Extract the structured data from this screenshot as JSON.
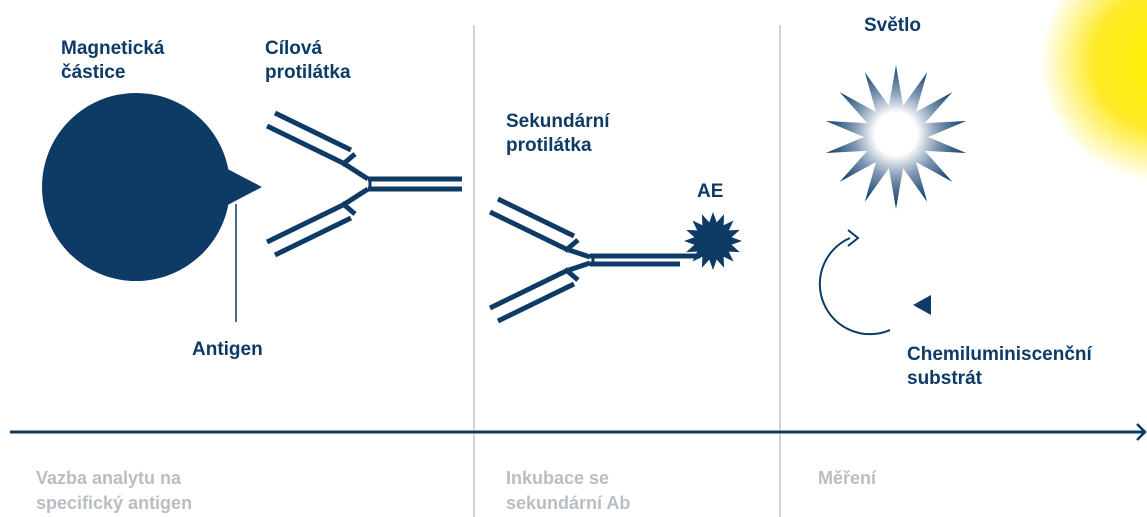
{
  "labels": {
    "magnetic_particle": [
      "Magnetická",
      "částice"
    ],
    "target_antibody": [
      "Cílová",
      "protilátka"
    ],
    "antigen": "Antigen",
    "secondary_antibody": [
      "Sekundární",
      "protilátka"
    ],
    "ae": "AE",
    "light": "Světlo",
    "substrate": [
      "Chemiluminiscenční",
      "substrát"
    ]
  },
  "stages": [
    {
      "lines": [
        "Vazba analytu na",
        "specifický antigen"
      ]
    },
    {
      "lines": [
        "Inkubace se",
        "sekundární Ab"
      ]
    },
    {
      "lines": [
        "Měření"
      ]
    }
  ],
  "colors": {
    "primary": "#0d3b66",
    "divider": "#cfd4d9",
    "stage_label": "#b9bec4",
    "glow": "#ffe600"
  }
}
